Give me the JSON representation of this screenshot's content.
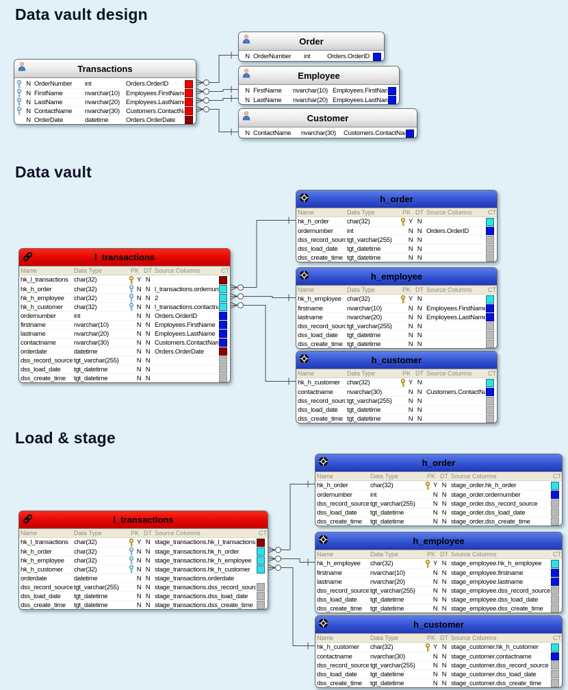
{
  "headings": [
    {
      "text": "Data vault design"
    },
    {
      "text": "Data vault"
    },
    {
      "text": "Load & stage"
    }
  ],
  "column_headers": {
    "name": "Name",
    "data_type": "Data Type",
    "pk": "PK",
    "dt": "DT",
    "source_columns": "Source Columns",
    "ct": "CT"
  },
  "colors": {
    "canvas_bg": "#e2f1f7",
    "red_header": "#e30505",
    "blue_header": "#3353d2",
    "gray_header": "#e0e0e0",
    "column_header_bg": "#ece9d8",
    "ct_red": "#ee0000",
    "ct_darkred": "#8b0000",
    "ct_blue": "#0013e0",
    "ct_cyan": "#2fe0ea",
    "ct_gray": "#b9b9b9",
    "key_gold": "#e6b73c",
    "key_blue": "#a5d8f0"
  },
  "tables": {
    "transactions": {
      "title": "Transactions",
      "kind": "source",
      "icon": "person",
      "rows": [
        {
          "key": "blue",
          "n": "N",
          "name": "OrderNumber",
          "type": "int",
          "source": "Orders.OrderID",
          "ct": "red"
        },
        {
          "key": "blue",
          "n": "N",
          "name": "FirstName",
          "type": "nvarchar(10)",
          "source": "Employees.FirstName",
          "ct": "red"
        },
        {
          "key": "blue",
          "n": "N",
          "name": "LastName",
          "type": "nvarchar(20)",
          "source": "Employees.LastName",
          "ct": "red"
        },
        {
          "key": "blue",
          "n": "N",
          "name": "ContactName",
          "type": "nvarchar(30)",
          "source": "Customers.ContactName",
          "ct": "red"
        },
        {
          "key": null,
          "n": "N",
          "name": "OrderDate",
          "type": "datetime",
          "source": "Orders.OrderDate",
          "ct": "darkred"
        }
      ]
    },
    "order": {
      "title": "Order",
      "kind": "source",
      "icon": "person",
      "rows": [
        {
          "key": null,
          "n": "N",
          "name": "OrderNumber",
          "type": "int",
          "source": "Orders.OrderID",
          "ct": "blue"
        }
      ]
    },
    "employee": {
      "title": "Employee",
      "kind": "source",
      "icon": "person",
      "rows": [
        {
          "key": null,
          "n": "N",
          "name": "FirstName",
          "type": "nvarchar(10)",
          "source": "Employees.FirstName",
          "ct": "blue"
        },
        {
          "key": null,
          "n": "N",
          "name": "LastName",
          "type": "nvarchar(20)",
          "source": "Employees.LastName",
          "ct": "blue"
        }
      ]
    },
    "customer": {
      "title": "Customer",
      "kind": "source",
      "icon": "person",
      "rows": [
        {
          "key": null,
          "n": "N",
          "name": "ContactName",
          "type": "nvarchar(30)",
          "source": "Customers.ContactName",
          "ct": "blue"
        }
      ]
    },
    "dv_l_transactions": {
      "title": "l_transactions",
      "kind": "link",
      "icon": "link",
      "rows": [
        {
          "key": "gold",
          "name": "hk_l_transactions",
          "type": "char(32)",
          "pk": "Y",
          "dt": "N",
          "source": "",
          "ct": "darkred"
        },
        {
          "key": "blue",
          "name": "hk_h_order",
          "type": "char(32)",
          "pk": "N",
          "dt": "N",
          "source": "l_transactions.ordernumber",
          "ct": "cyan"
        },
        {
          "key": "blue",
          "name": "hk_h_employee",
          "type": "char(32)",
          "pk": "N",
          "dt": "N",
          "source": "2",
          "ct": "cyan"
        },
        {
          "key": "blue",
          "name": "hk_h_customer",
          "type": "char(32)",
          "pk": "N",
          "dt": "N",
          "source": "l_transactions.contactname",
          "ct": "cyan"
        },
        {
          "key": null,
          "name": "ordernumber",
          "type": "int",
          "pk": "N",
          "dt": "N",
          "source": "Orders.OrderID",
          "ct": "blue"
        },
        {
          "key": null,
          "name": "firstname",
          "type": "nvarchar(10)",
          "pk": "N",
          "dt": "N",
          "source": "Employees.FirstName",
          "ct": "blue"
        },
        {
          "key": null,
          "name": "lastname",
          "type": "nvarchar(20)",
          "pk": "N",
          "dt": "N",
          "source": "Employees.LastName",
          "ct": "blue"
        },
        {
          "key": null,
          "name": "contactname",
          "type": "nvarchar(30)",
          "pk": "N",
          "dt": "N",
          "source": "Customers.ContactName",
          "ct": "blue"
        },
        {
          "key": null,
          "name": "orderdate",
          "type": "datetime",
          "pk": "N",
          "dt": "N",
          "source": "Orders.OrderDate",
          "ct": "darkred"
        },
        {
          "key": null,
          "name": "dss_record_source",
          "type": "tgt_varchar(255)",
          "pk": "N",
          "dt": "N",
          "source": "",
          "ct": "gray"
        },
        {
          "key": null,
          "name": "dss_load_date",
          "type": "tgt_datetime",
          "pk": "N",
          "dt": "N",
          "source": "",
          "ct": "gray"
        },
        {
          "key": null,
          "name": "dss_create_time",
          "type": "tgt_datetime",
          "pk": "N",
          "dt": "N",
          "source": "",
          "ct": "gray"
        }
      ]
    },
    "dv_h_order": {
      "title": "h_order",
      "kind": "hub",
      "icon": "hub",
      "rows": [
        {
          "key": "gold",
          "name": "hk_h_order",
          "type": "char(32)",
          "pk": "Y",
          "dt": "N",
          "source": "",
          "ct": "cyan"
        },
        {
          "key": null,
          "name": "ordernumber",
          "type": "int",
          "pk": "N",
          "dt": "N",
          "source": "Orders.OrderID",
          "ct": "blue"
        },
        {
          "key": null,
          "name": "dss_record_source",
          "type": "tgt_varchar(255)",
          "pk": "N",
          "dt": "N",
          "source": "",
          "ct": "gray"
        },
        {
          "key": null,
          "name": "dss_load_date",
          "type": "tgt_datetime",
          "pk": "N",
          "dt": "N",
          "source": "",
          "ct": "gray"
        },
        {
          "key": null,
          "name": "dss_create_time",
          "type": "tgt_datetime",
          "pk": "N",
          "dt": "N",
          "source": "",
          "ct": "gray"
        }
      ]
    },
    "dv_h_employee": {
      "title": "h_employee",
      "kind": "hub",
      "icon": "hub",
      "rows": [
        {
          "key": "gold",
          "name": "hk_h_employee",
          "type": "char(32)",
          "pk": "Y",
          "dt": "N",
          "source": "",
          "ct": "cyan"
        },
        {
          "key": null,
          "name": "firstname",
          "type": "nvarchar(10)",
          "pk": "N",
          "dt": "N",
          "source": "Employees.FirstName",
          "ct": "blue"
        },
        {
          "key": null,
          "name": "lastname",
          "type": "nvarchar(20)",
          "pk": "N",
          "dt": "N",
          "source": "Employees.LastName",
          "ct": "blue"
        },
        {
          "key": null,
          "name": "dss_record_source",
          "type": "tgt_varchar(255)",
          "pk": "N",
          "dt": "N",
          "source": "",
          "ct": "gray"
        },
        {
          "key": null,
          "name": "dss_load_date",
          "type": "tgt_datetime",
          "pk": "N",
          "dt": "N",
          "source": "",
          "ct": "gray"
        },
        {
          "key": null,
          "name": "dss_create_time",
          "type": "tgt_datetime",
          "pk": "N",
          "dt": "N",
          "source": "",
          "ct": "gray"
        }
      ]
    },
    "dv_h_customer": {
      "title": "h_customer",
      "kind": "hub",
      "icon": "hub",
      "rows": [
        {
          "key": "gold",
          "name": "hk_h_customer",
          "type": "char(32)",
          "pk": "Y",
          "dt": "N",
          "source": "",
          "ct": "cyan"
        },
        {
          "key": null,
          "name": "contactname",
          "type": "nvarchar(30)",
          "pk": "N",
          "dt": "N",
          "source": "Customers.ContactName",
          "ct": "blue"
        },
        {
          "key": null,
          "name": "dss_record_source",
          "type": "tgt_varchar(255)",
          "pk": "N",
          "dt": "N",
          "source": "",
          "ct": "gray"
        },
        {
          "key": null,
          "name": "dss_load_date",
          "type": "tgt_datetime",
          "pk": "N",
          "dt": "N",
          "source": "",
          "ct": "gray"
        },
        {
          "key": null,
          "name": "dss_create_time",
          "type": "tgt_datetime",
          "pk": "N",
          "dt": "N",
          "source": "",
          "ct": "gray"
        }
      ]
    },
    "ls_l_transactions": {
      "title": "l_transactions",
      "kind": "link",
      "icon": "link",
      "rows": [
        {
          "key": "gold",
          "name": "hk_l_transactions",
          "type": "char(32)",
          "pk": "Y",
          "dt": "N",
          "source": "stage_transactions.hk_l_transactions",
          "ct": "darkred"
        },
        {
          "key": "blue",
          "name": "hk_h_order",
          "type": "char(32)",
          "pk": "N",
          "dt": "N",
          "source": "stage_transactions.hk_h_order",
          "ct": "cyan"
        },
        {
          "key": "blue",
          "name": "hk_h_employee",
          "type": "char(32)",
          "pk": "N",
          "dt": "N",
          "source": "stage_transactions.hk_h_employee",
          "ct": "cyan"
        },
        {
          "key": "blue",
          "name": "hk_h_customer",
          "type": "char(32)",
          "pk": "N",
          "dt": "N",
          "source": "stage_transactions.hk_h_customer",
          "ct": "cyan"
        },
        {
          "key": null,
          "name": "orderdate",
          "type": "datetime",
          "pk": "N",
          "dt": "N",
          "source": "stage_transactions.orderdate",
          "ct": "none"
        },
        {
          "key": null,
          "name": "dss_record_source",
          "type": "tgt_varchar(255)",
          "pk": "N",
          "dt": "N",
          "source": "stage_transactions.dss_record_source",
          "ct": "gray"
        },
        {
          "key": null,
          "name": "dss_load_date",
          "type": "tgt_datetime",
          "pk": "N",
          "dt": "N",
          "source": "stage_transactions.dss_load_date",
          "ct": "gray"
        },
        {
          "key": null,
          "name": "dss_create_time",
          "type": "tgt_datetime",
          "pk": "N",
          "dt": "N",
          "source": "stage_transactions.dss_create_time",
          "ct": "gray"
        }
      ]
    },
    "ls_h_order": {
      "title": "h_order",
      "kind": "hub",
      "icon": "hub",
      "rows": [
        {
          "key": "gold",
          "name": "hk_h_order",
          "type": "char(32)",
          "pk": "Y",
          "dt": "N",
          "source": "stage_order.hk_h_order",
          "ct": "cyan"
        },
        {
          "key": null,
          "name": "ordernumber",
          "type": "int",
          "pk": "N",
          "dt": "N",
          "source": "stage_order.ordernumber",
          "ct": "blue"
        },
        {
          "key": null,
          "name": "dss_record_source",
          "type": "tgt_varchar(255)",
          "pk": "N",
          "dt": "N",
          "source": "stage_order.dss_record_source",
          "ct": "gray"
        },
        {
          "key": null,
          "name": "dss_load_date",
          "type": "tgt_datetime",
          "pk": "N",
          "dt": "N",
          "source": "stage_order.dss_load_date",
          "ct": "gray"
        },
        {
          "key": null,
          "name": "dss_create_time",
          "type": "tgt_datetime",
          "pk": "N",
          "dt": "N",
          "source": "stage_order.dss_create_time",
          "ct": "gray"
        }
      ]
    },
    "ls_h_employee": {
      "title": "h_employee",
      "kind": "hub",
      "icon": "hub",
      "rows": [
        {
          "key": "gold",
          "name": "hk_h_employee",
          "type": "char(32)",
          "pk": "Y",
          "dt": "N",
          "source": "stage_employee.hk_h_employee",
          "ct": "cyan"
        },
        {
          "key": null,
          "name": "firstname",
          "type": "nvarchar(10)",
          "pk": "N",
          "dt": "N",
          "source": "stage_employee.firstname",
          "ct": "blue"
        },
        {
          "key": null,
          "name": "lastname",
          "type": "nvarchar(20)",
          "pk": "N",
          "dt": "N",
          "source": "stage_employee.lastname",
          "ct": "blue"
        },
        {
          "key": null,
          "name": "dss_record_source",
          "type": "tgt_varchar(255)",
          "pk": "N",
          "dt": "N",
          "source": "stage_employee.dss_record_source",
          "ct": "gray"
        },
        {
          "key": null,
          "name": "dss_load_date",
          "type": "tgt_datetime",
          "pk": "N",
          "dt": "N",
          "source": "stage_employee.dss_load_date",
          "ct": "gray"
        },
        {
          "key": null,
          "name": "dss_create_time",
          "type": "tgt_datetime",
          "pk": "N",
          "dt": "N",
          "source": "stage_employee.dss_create_time",
          "ct": "gray"
        }
      ]
    },
    "ls_h_customer": {
      "title": "h_customer",
      "kind": "hub",
      "icon": "hub",
      "rows": [
        {
          "key": "gold",
          "name": "hk_h_customer",
          "type": "char(32)",
          "pk": "Y",
          "dt": "N",
          "source": "stage_customer.hk_h_customer",
          "ct": "cyan"
        },
        {
          "key": null,
          "name": "contactname",
          "type": "nvarchar(30)",
          "pk": "N",
          "dt": "N",
          "source": "stage_customer.contactname",
          "ct": "blue"
        },
        {
          "key": null,
          "name": "dss_record_source",
          "type": "tgt_varchar(255)",
          "pk": "N",
          "dt": "N",
          "source": "stage_customer.dss_record_source",
          "ct": "gray"
        },
        {
          "key": null,
          "name": "dss_load_date",
          "type": "tgt_datetime",
          "pk": "N",
          "dt": "N",
          "source": "stage_customer.dss_load_date",
          "ct": "gray"
        },
        {
          "key": null,
          "name": "dss_create_time",
          "type": "tgt_datetime",
          "pk": "N",
          "dt": "N",
          "source": "stage_customer.dss_create_time",
          "ct": "gray"
        }
      ]
    }
  }
}
